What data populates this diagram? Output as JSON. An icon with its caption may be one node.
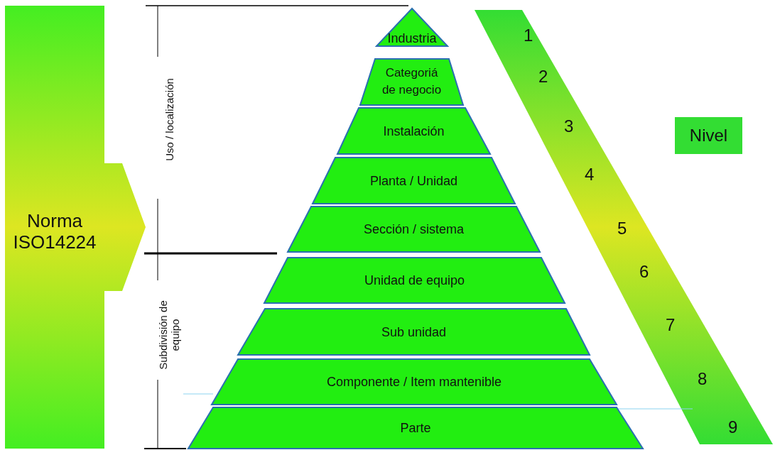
{
  "diagram": {
    "nodes": [
      {
        "text": [
          "Norma ISO14224"
        ]
      },
      {
        "text": [
          "Industria"
        ]
      },
      {
        "text": [
          "Categoriá de negocio"
        ]
      },
      {
        "text": [
          "Instalación"
        ]
      },
      {
        "text": [
          "Planta / Unidad"
        ]
      },
      {
        "text": [
          "Sección / sistema"
        ]
      },
      {
        "text": [
          "Unidad de equipo"
        ]
      },
      {
        "text": [
          "Sub unidad"
        ]
      },
      {
        "text": [
          "Componente / Item mantenible"
        ]
      },
      {
        "text": [
          "Parte"
        ]
      },
      {
        "text": [
          "Nivel"
        ]
      }
    ],
    "labels": [
      "Uso / localización",
      "Subdivisión de equipo",
      "1",
      "2",
      "3",
      "4",
      "5",
      "6",
      "7",
      "8",
      "9"
    ]
  }
}
